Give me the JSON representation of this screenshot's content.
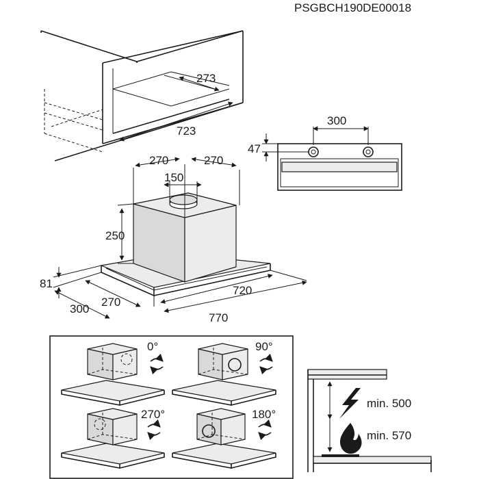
{
  "header": {
    "code": "PSGBCH190DE00018"
  },
  "cabinet": {
    "depth": "273",
    "width": "723"
  },
  "front_view": {
    "spacing": "300",
    "height": "47"
  },
  "hood": {
    "left_offset": "270",
    "right_offset": "270",
    "outlet": "150",
    "body_height": "250",
    "panel_height": "81",
    "depth": "300",
    "inner_depth": "270",
    "inner_width": "720",
    "width": "770"
  },
  "rotations": [
    {
      "angle": "0°"
    },
    {
      "angle": "90°"
    },
    {
      "angle": "270°"
    },
    {
      "angle": "180°"
    }
  ],
  "clearance": {
    "electric": "min. 500",
    "gas": "min. 570"
  },
  "icons": [
    "rotate-arrows-icon",
    "lightning-icon",
    "flame-icon"
  ]
}
